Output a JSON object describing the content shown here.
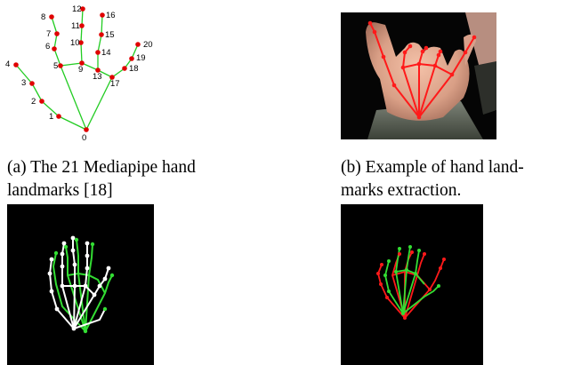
{
  "panels": {
    "a": {
      "caption_line1": "(a) The 21 Mediapipe hand",
      "caption_line2": "landmarks [18]"
    },
    "b": {
      "caption_line1": "(b) Example of hand land-",
      "caption_line2": "marks extraction."
    }
  },
  "landmark_diagram": {
    "labels": [
      "0",
      "1",
      "2",
      "3",
      "4",
      "5",
      "6",
      "7",
      "8",
      "9",
      "10",
      "11",
      "12",
      "13",
      "14",
      "15",
      "16",
      "17",
      "18",
      "19",
      "20"
    ]
  },
  "colors": {
    "landmark_point": "#e00000",
    "connection": "#22cc22",
    "overlay_red": "#ff1a1a",
    "skeleton_white": "#ffffff",
    "skeleton_green": "#33dd33",
    "background_black": "#000000"
  }
}
